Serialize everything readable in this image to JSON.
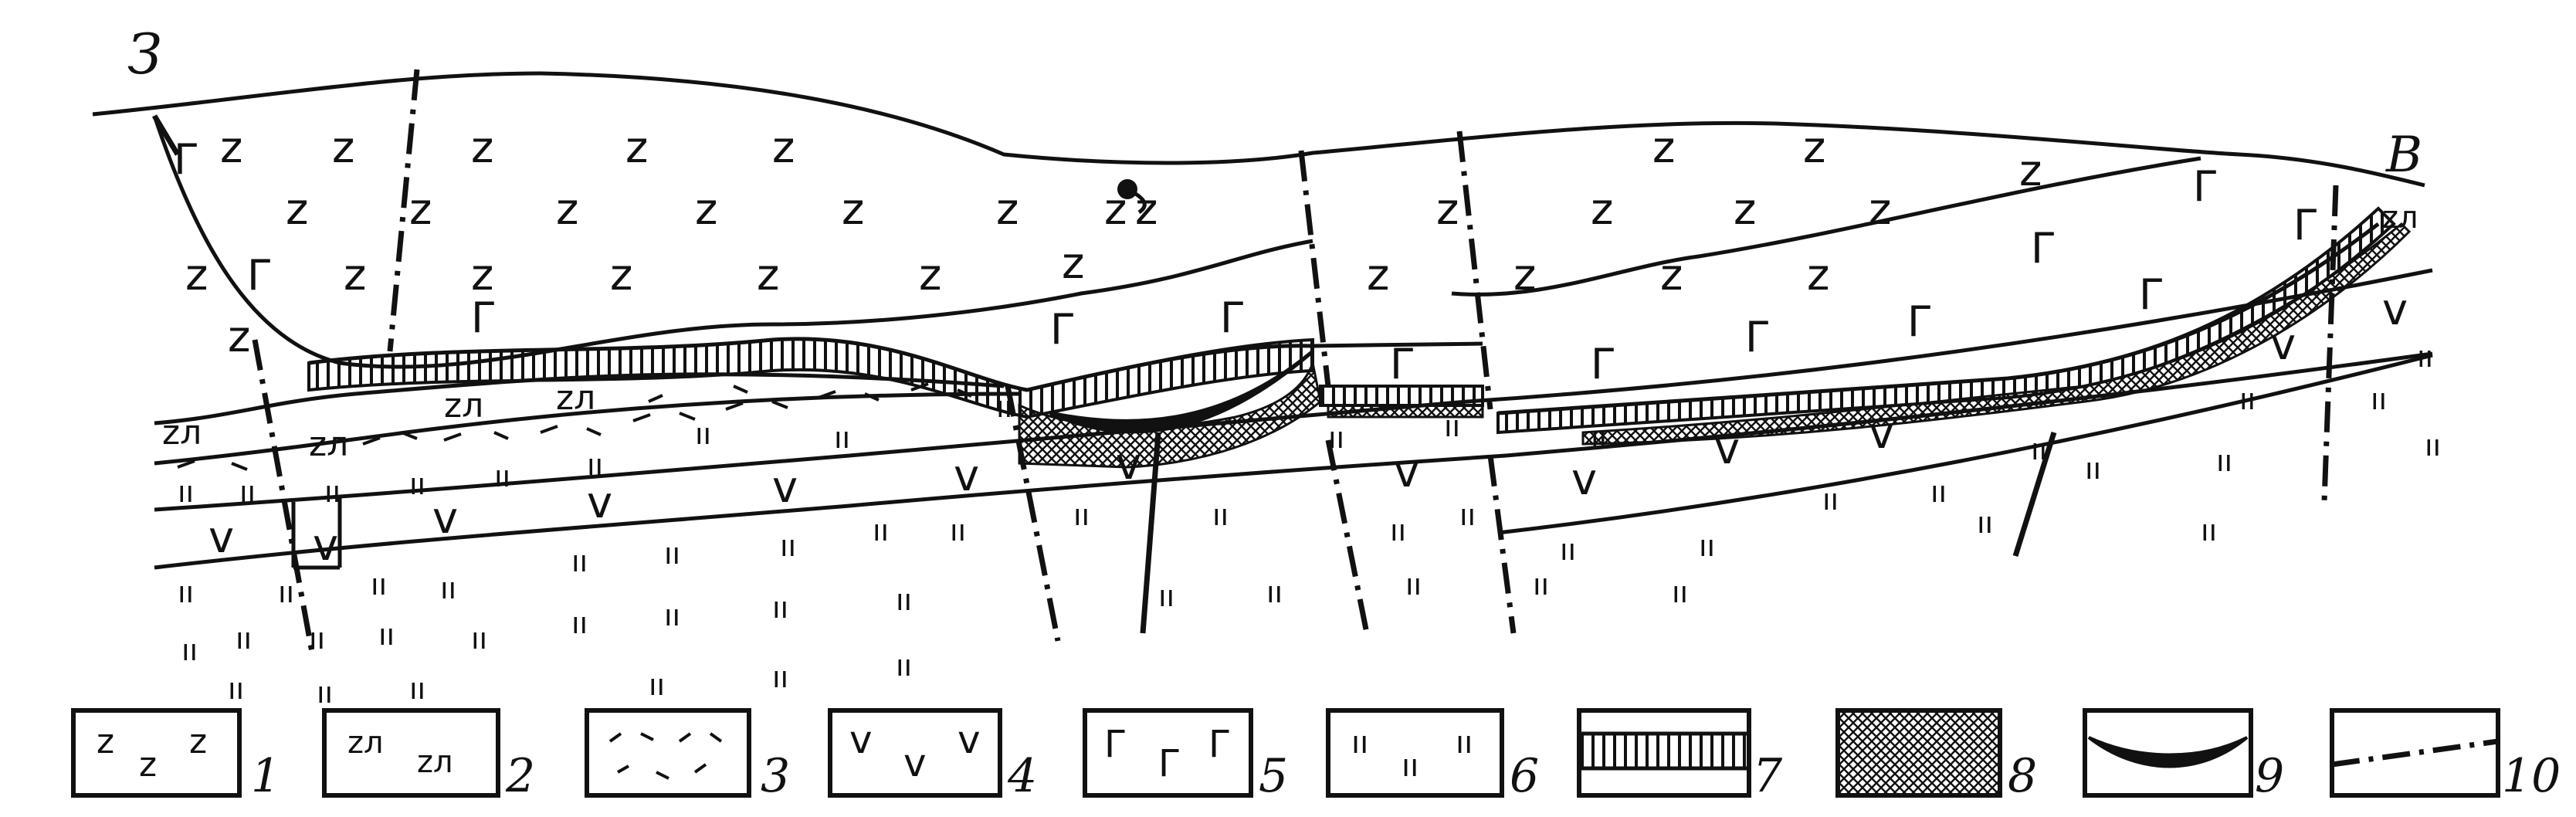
{
  "section": {
    "west_label": "З",
    "east_label": "В"
  },
  "symbols": {
    "z": "z",
    "zl": "zл",
    "g": "Г",
    "v": "v",
    "ii": "ıı"
  },
  "legend": [
    {
      "num": "1",
      "pattern": "z z z"
    },
    {
      "num": "2",
      "pattern": "zл zл"
    },
    {
      "num": "3",
      "pattern": "dashes"
    },
    {
      "num": "4",
      "pattern": "v v v"
    },
    {
      "num": "5",
      "pattern": "Г Г Г"
    },
    {
      "num": "6",
      "pattern": "ıı ıı ıı"
    },
    {
      "num": "7",
      "pattern": "vertical hatch"
    },
    {
      "num": "8",
      "pattern": "crosshatch"
    },
    {
      "num": "9",
      "pattern": "thick lens"
    },
    {
      "num": "10",
      "pattern": "dash-dot fault"
    }
  ],
  "colors": {
    "ink": "#111111",
    "paper": "#ffffff"
  }
}
